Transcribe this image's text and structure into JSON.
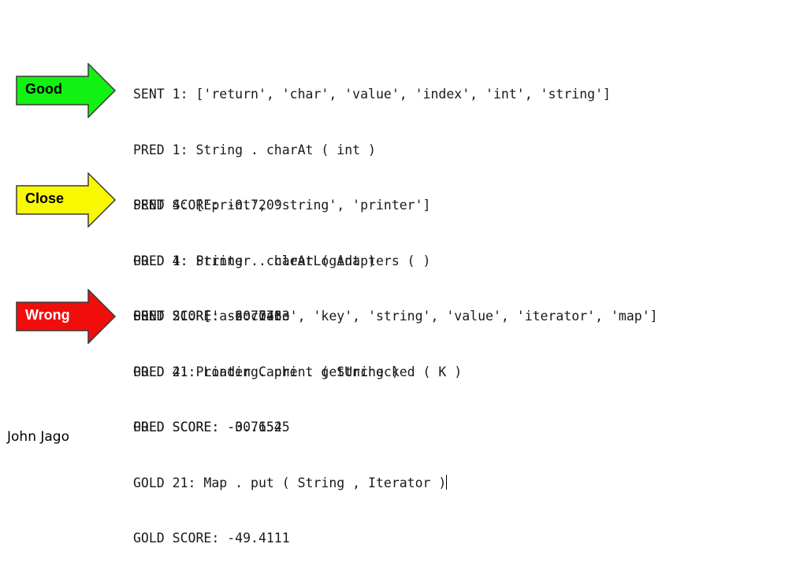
{
  "examples": [
    {
      "label": "Good",
      "color": "#12f212",
      "sent": "SENT 1: ['return', 'char', 'value', 'index', 'int', 'string']",
      "pred": "PRED 1: String . charAt ( int )",
      "pred_score": "PRED SCORE: -0.7209",
      "gold": "GOLD 1: String . charAt ( int )",
      "gold_score": "GOLD SCORE: -20.0763"
    },
    {
      "label": "Close",
      "color": "#f8f800",
      "sent": "SENT 4: ['print', 'string', 'printer']",
      "pred": "PRED 4: Printer . clearLogAdapters ( )",
      "pred_score": "PRED SCORE: -6.7743",
      "gold": "GOLD 4: Printer . print ( String )",
      "gold_score": "GOLD SCORE: -30.6545"
    },
    {
      "label": "Wrong",
      "color": "#f20d0d",
      "sent": "SENT 21: ['associate', 'key', 'string', 'value', 'iterator', 'map']",
      "pred": "PRED 21: LoadingCache . getUnchecked ( K )",
      "pred_score": "PRED SCORE: -0.7152",
      "gold": "GOLD 21: Map . put ( String , Iterator )",
      "gold_score": "GOLD SCORE: -49.4111"
    }
  ],
  "author": "John Jago"
}
